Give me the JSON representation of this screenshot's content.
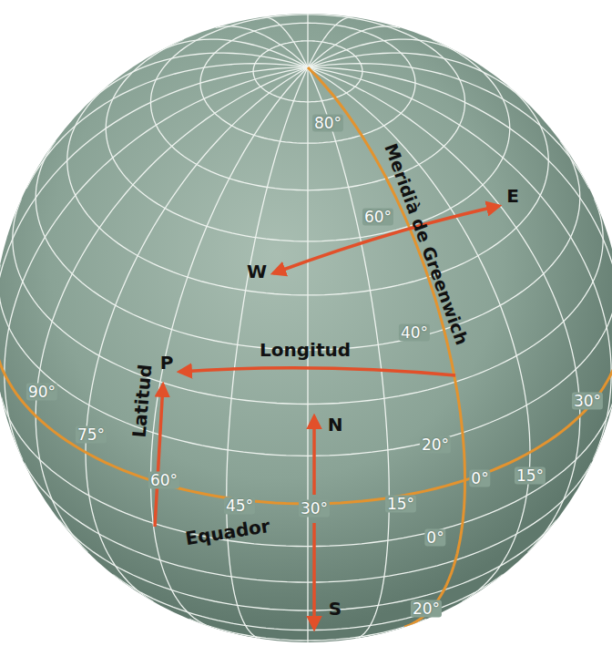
{
  "diagram": {
    "labels": [
      "80°",
      "60°",
      "40°",
      "20°",
      "0°",
      "15°",
      "30°",
      "0°",
      "20°",
      "90°",
      "75°",
      "60°",
      "45°",
      "30°",
      "15°",
      "Meridià de Greenwich",
      "E",
      "W",
      "Longitud",
      "N",
      "S",
      "P",
      "Latitud",
      "Equador"
    ]
  }
}
